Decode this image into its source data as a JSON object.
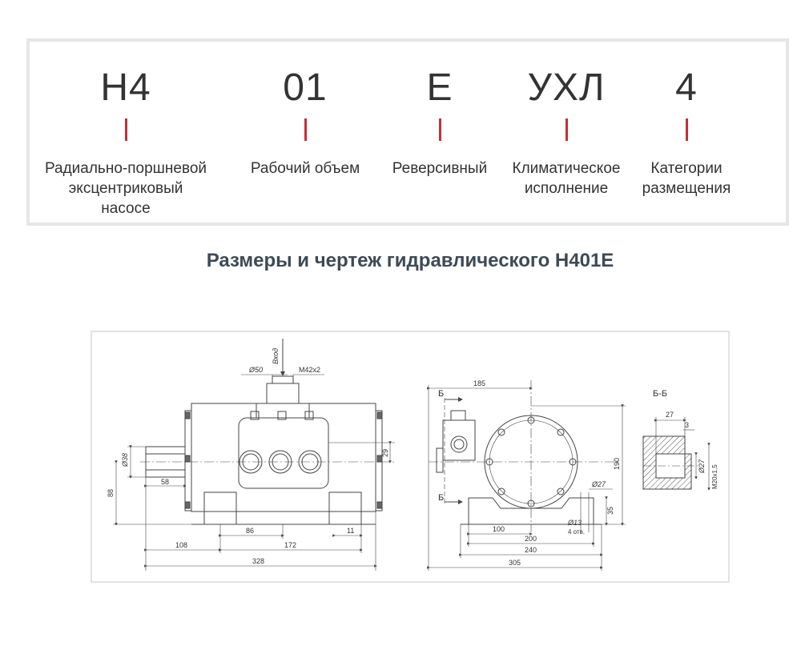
{
  "code": {
    "segments": [
      {
        "code": "Н4",
        "desc": [
          "Радиально-поршневой",
          "эксцентриковый",
          "насосе"
        ]
      },
      {
        "code": "01",
        "desc": [
          "Рабочий объем"
        ]
      },
      {
        "code": "Е",
        "desc": [
          "Реверсивный"
        ]
      },
      {
        "code": "УХЛ",
        "desc": [
          "Климатическое",
          "исполнение"
        ]
      },
      {
        "code": "4",
        "desc": [
          "Категории",
          "размещения"
        ]
      }
    ],
    "separator_color": "#c62e37"
  },
  "heading": "Размеры и чертеж гидравлического Н401Е",
  "drawing": {
    "labels": {
      "inlet": "Вход",
      "d50": "Ø50",
      "m42": "М42х2",
      "d38": "Ø38",
      "d29": "29",
      "d88": "88",
      "d58": "58",
      "d86": "86",
      "d11": "11",
      "d108": "108",
      "d172": "172",
      "d328": "328",
      "d185": "185",
      "b_top": "Б",
      "b_bot": "Б",
      "d190": "190",
      "d27v": "Ø27",
      "d35": "35",
      "d100": "100",
      "d13": "Ø13",
      "holes": "4 отв.",
      "d200": "200",
      "d240": "240",
      "d305": "305",
      "section_title": "Б-Б",
      "s27": "27",
      "s3": "3",
      "s_d27": "Ø27",
      "s_m20": "М20х1,5"
    }
  }
}
